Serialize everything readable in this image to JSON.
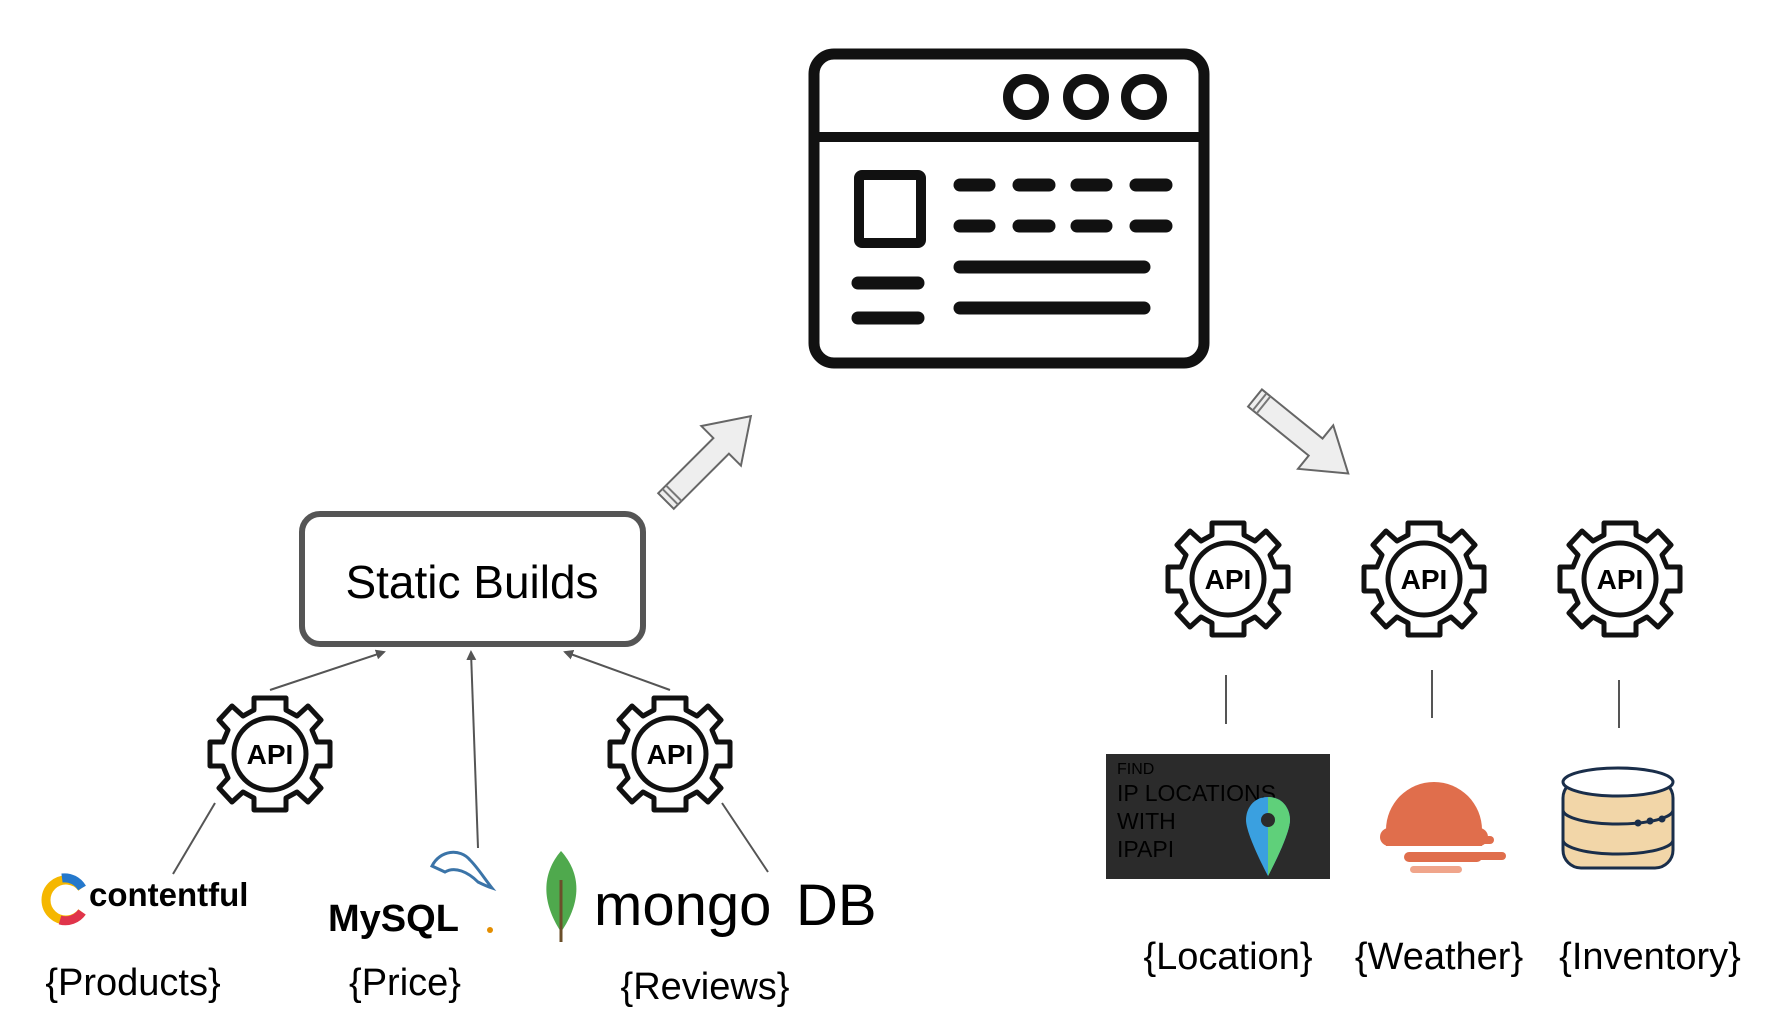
{
  "static_builds": {
    "label": "Static Builds"
  },
  "api_badge": {
    "text": "API"
  },
  "left_sources": [
    {
      "logo": "contentful",
      "caption": "{Products}"
    },
    {
      "logo": "MySQL",
      "caption": "{Price}"
    },
    {
      "logo_primary": "mongo",
      "logo_secondary": "DB",
      "caption": "{Reviews}"
    }
  ],
  "right_sources": [
    {
      "logo_lines": [
        "FIND",
        "IP LOCATIONS",
        "WITH",
        "IPAPI"
      ],
      "caption": "{Location}"
    },
    {
      "logo": "sun-icon",
      "caption": "{Weather}"
    },
    {
      "logo": "database-icon",
      "caption": "{Inventory}"
    }
  ],
  "colors": {
    "stroke": "#111111",
    "box_border": "#555555",
    "arrow_fill": "#eeeeee",
    "arrow_stroke": "#777777",
    "mongo_green": "#4fa94d",
    "mysql_blue": "#3b74a8",
    "mysql_orange": "#e48e00",
    "weather_orange": "#e06e4c",
    "ipapi_bg": "#2b2b2b",
    "db_fill": "#f2d6a8"
  }
}
